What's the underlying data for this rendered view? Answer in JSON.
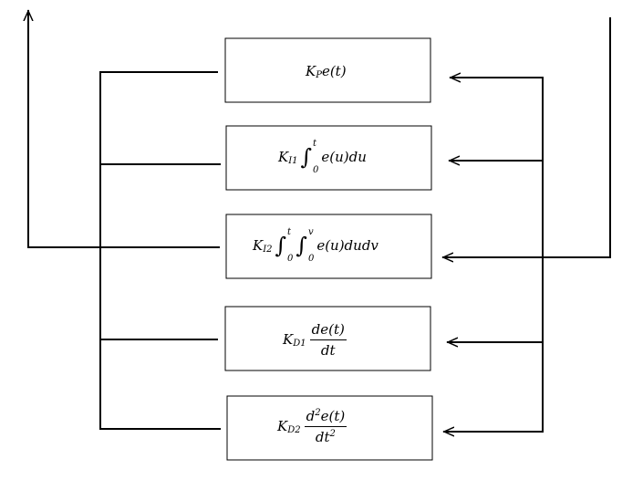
{
  "blocks": [
    {
      "gain": "K",
      "sub": "P",
      "expr": "e(t)"
    },
    {
      "gain": "K",
      "sub": "I1",
      "lower": "0",
      "upper": "t",
      "expr": "e(u)du"
    },
    {
      "gain": "K",
      "sub": "I2",
      "lower1": "0",
      "upper1": "t",
      "lower2": "0",
      "upper2": "v",
      "expr": "e(u)dudv"
    },
    {
      "gain": "K",
      "sub": "D1",
      "num": "de(t)",
      "den": "dt"
    },
    {
      "gain": "K",
      "sub": "D2",
      "num_a": "d",
      "num_sup": "2",
      "num_b": "e(t)",
      "den_a": "dt",
      "den_sup": "2"
    }
  ]
}
